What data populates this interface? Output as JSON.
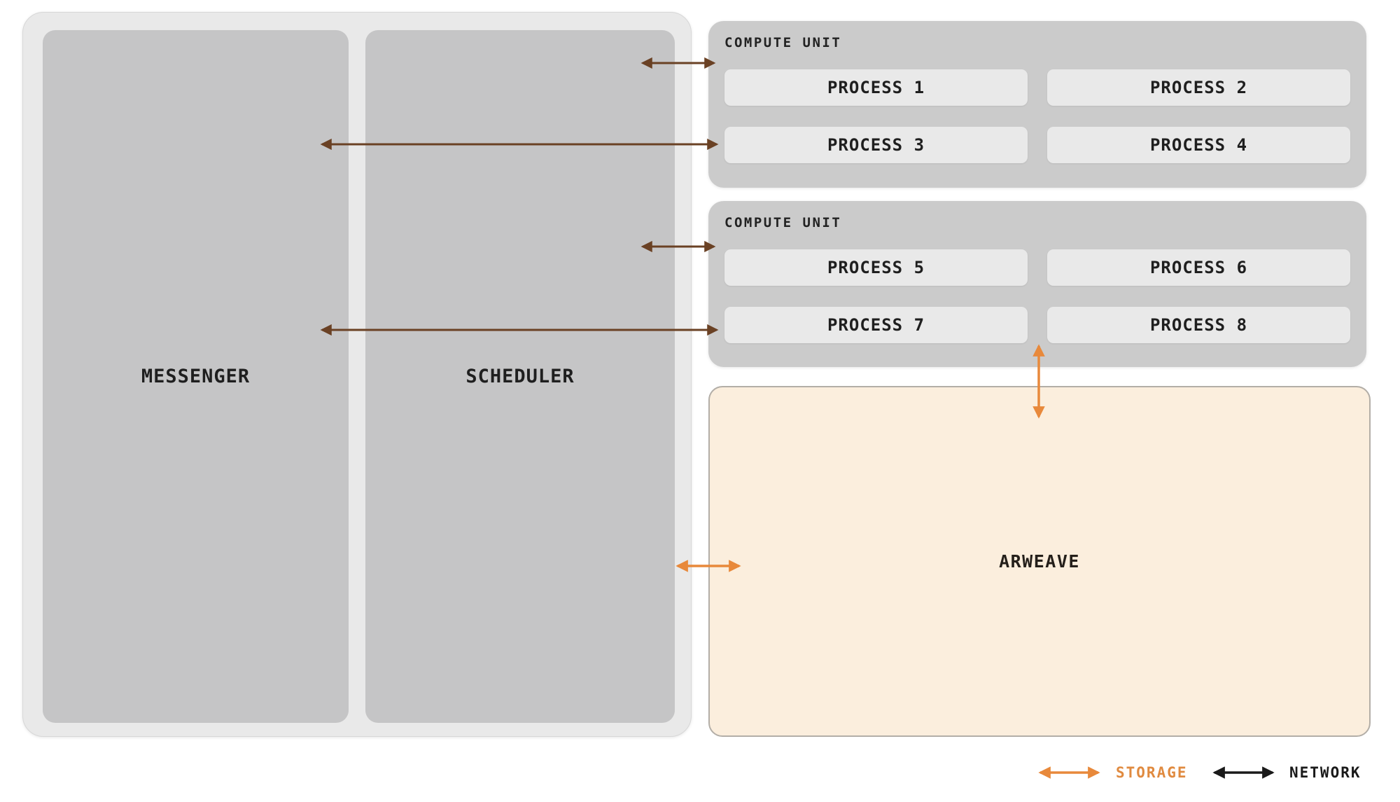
{
  "diagram": {
    "messenger": {
      "label": "MESSENGER"
    },
    "scheduler": {
      "label": "SCHEDULER"
    },
    "compute_units": [
      {
        "title": "COMPUTE UNIT",
        "processes": [
          "PROCESS 1",
          "PROCESS 2",
          "PROCESS 3",
          "PROCESS 4"
        ]
      },
      {
        "title": "COMPUTE UNIT",
        "processes": [
          "PROCESS 5",
          "PROCESS 6",
          "PROCESS 7",
          "PROCESS 8"
        ]
      }
    ],
    "arweave": {
      "label": "ARWEAVE"
    },
    "legend": {
      "storage_label": "STORAGE",
      "network_label": "NETWORK"
    },
    "colors": {
      "network_arrow": "#6a4124",
      "storage_arrow": "#e8893b",
      "legend_network_arrow": "#1a1a1a",
      "storage_text": "#e08a3f",
      "arweave_fill": "#fbeedd",
      "panel_fill": "#c5c5c6",
      "unit_fill": "#cbcbcb",
      "process_fill": "#e9e9e9",
      "container_fill": "#e9e9e9"
    }
  }
}
